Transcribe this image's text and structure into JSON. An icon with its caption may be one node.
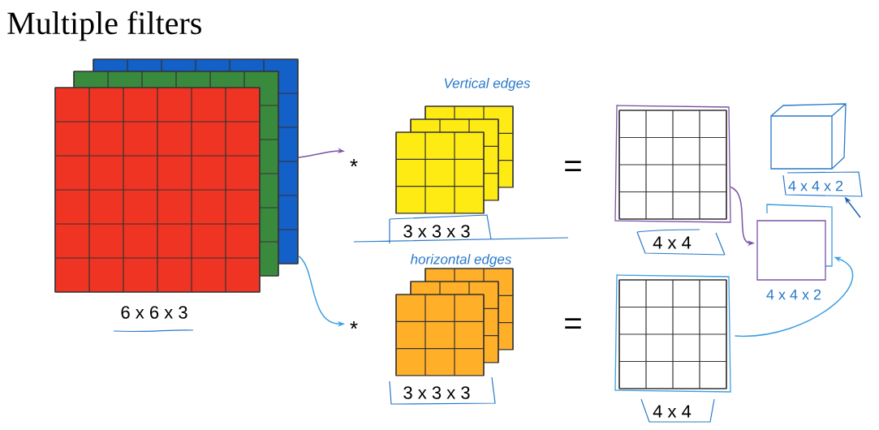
{
  "diagram": {
    "title": "Multiple filters",
    "nodes": [
      {
        "text": [
          "6 x 6 x 3"
        ]
      },
      {
        "text": [
          "3 x 3 x 3"
        ],
        "beside": [
          "Vertical edges"
        ]
      },
      {
        "text": [
          "3 x 3 x 3"
        ],
        "beside": [
          "horizontal edges"
        ]
      },
      {
        "text": [
          "4 x 4"
        ]
      },
      {
        "text": [
          "4 x 4"
        ]
      },
      {
        "text": [
          "4 x 4 x 2"
        ]
      },
      {
        "text": [
          "4 x 4 x 2"
        ]
      }
    ],
    "edges": [
      {
        "from": 0,
        "to": 1,
        "arrow": "to",
        "color": "#7b52a8"
      },
      {
        "from": 0,
        "to": 2,
        "arrow": "to",
        "color": "#3d9ee0"
      },
      {
        "from": 3,
        "to": 5,
        "arrow": "to",
        "color": "#7b52a8"
      },
      {
        "from": 4,
        "to": 5,
        "arrow": "to",
        "color": "#3d9ee0"
      },
      {
        "from": null,
        "to": 6,
        "arrow": "to",
        "color": "#1f5fa8"
      }
    ],
    "labels": [
      "*",
      "=",
      "*",
      "="
    ]
  }
}
